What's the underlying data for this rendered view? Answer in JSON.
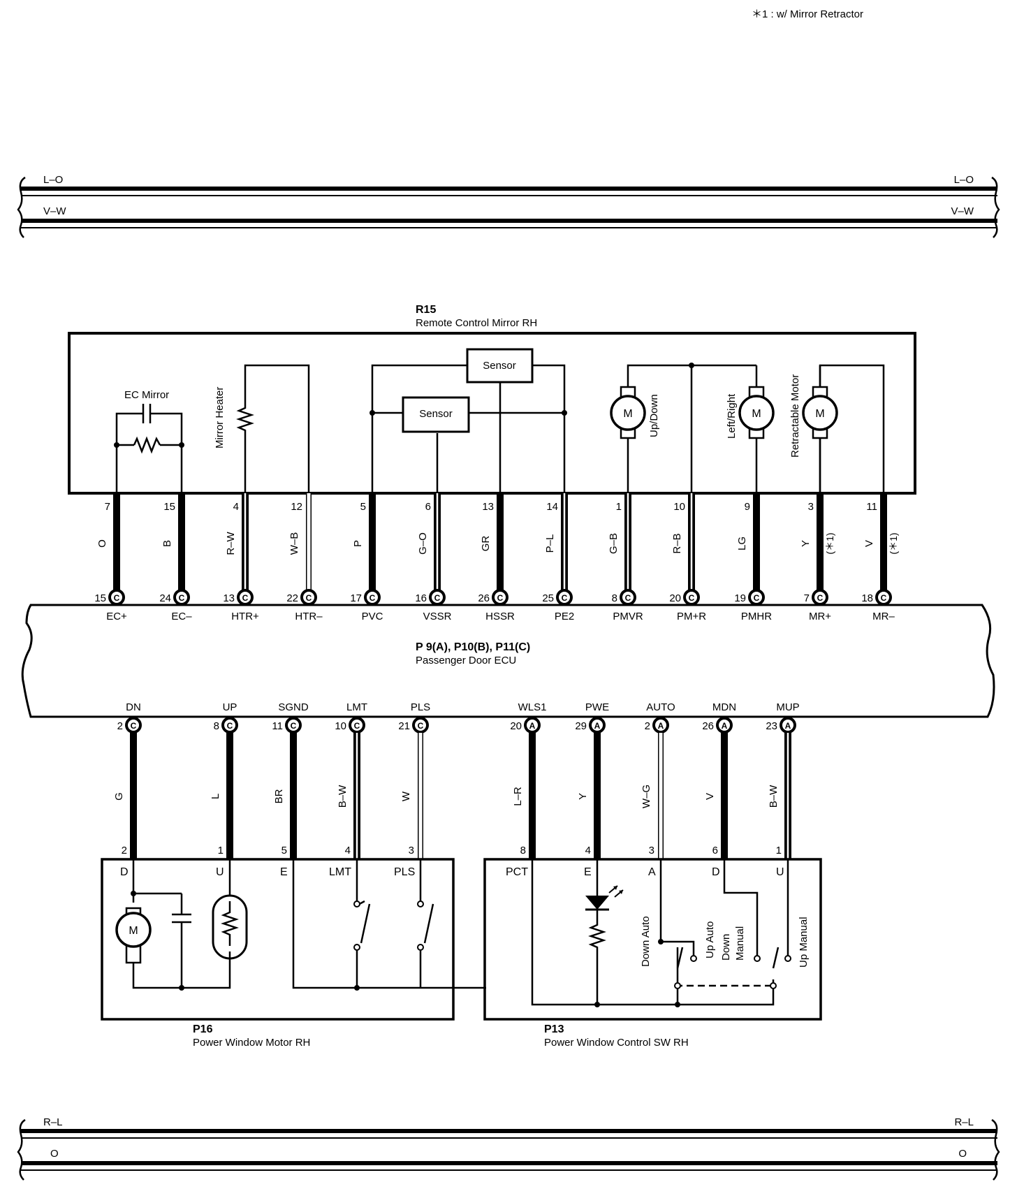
{
  "footnote": "＊1 : w/ Mirror Retractor",
  "buses": {
    "top": [
      {
        "left": "L–O",
        "right": "L–O"
      },
      {
        "left": "V–W",
        "right": "V–W"
      }
    ],
    "bottom": [
      {
        "left": "R–L",
        "right": "R–L"
      },
      {
        "left": "O",
        "right": "O"
      }
    ]
  },
  "mirror": {
    "code": "R15",
    "name": "Remote Control Mirror RH",
    "labels": {
      "ec_mirror": "EC Mirror",
      "mirror_heater": "Mirror Heater",
      "sensor_upper": "Sensor",
      "sensor_lower": "Sensor",
      "up_down": "Up/Down",
      "left_right": "Left/Right",
      "retractable_motor": "Retractable Motor",
      "motor": "M"
    },
    "wires": [
      {
        "pin": "7",
        "color": "O",
        "style": "thick",
        "ecu_pin": "15",
        "conn": "C",
        "signal": "EC+"
      },
      {
        "pin": "15",
        "color": "B",
        "style": "thick",
        "ecu_pin": "24",
        "conn": "C",
        "signal": "EC–"
      },
      {
        "pin": "4",
        "color": "R–W",
        "style": "double",
        "ecu_pin": "13",
        "conn": "C",
        "signal": "HTR+"
      },
      {
        "pin": "12",
        "color": "W–B",
        "style": "light",
        "ecu_pin": "22",
        "conn": "C",
        "signal": "HTR–"
      },
      {
        "pin": "5",
        "color": "P",
        "style": "thick",
        "ecu_pin": "17",
        "conn": "C",
        "signal": "PVC"
      },
      {
        "pin": "6",
        "color": "G–O",
        "style": "double",
        "ecu_pin": "16",
        "conn": "C",
        "signal": "VSSR"
      },
      {
        "pin": "13",
        "color": "GR",
        "style": "thick",
        "ecu_pin": "26",
        "conn": "C",
        "signal": "HSSR"
      },
      {
        "pin": "14",
        "color": "P–L",
        "style": "double",
        "ecu_pin": "25",
        "conn": "C",
        "signal": "PE2"
      },
      {
        "pin": "1",
        "color": "G–B",
        "style": "double",
        "ecu_pin": "8",
        "conn": "C",
        "signal": "PMVR"
      },
      {
        "pin": "10",
        "color": "R–B",
        "style": "double",
        "ecu_pin": "20",
        "conn": "C",
        "signal": "PM+R"
      },
      {
        "pin": "9",
        "color": "LG",
        "style": "thick",
        "ecu_pin": "19",
        "conn": "C",
        "signal": "PMHR"
      },
      {
        "pin": "3",
        "color": "Y",
        "style": "thick",
        "ecu_pin": "7",
        "conn": "C",
        "signal": "MR+",
        "note": "(＊1)"
      },
      {
        "pin": "11",
        "color": "V",
        "style": "thick",
        "ecu_pin": "18",
        "conn": "C",
        "signal": "MR–",
        "note": "(＊1)"
      }
    ]
  },
  "ecu": {
    "code": "P 9(A), P10(B), P11(C)",
    "name": "Passenger Door ECU"
  },
  "window_motor": {
    "code": "P16",
    "name": "Power Window Motor RH",
    "terminal_labels": [
      "D",
      "U",
      "E",
      "LMT",
      "PLS"
    ],
    "motor": "M",
    "wires": [
      {
        "signal": "DN",
        "ecu_pin": "2",
        "conn": "C",
        "color": "G",
        "style": "thick",
        "pin": "2"
      },
      {
        "signal": "UP",
        "ecu_pin": "8",
        "conn": "C",
        "color": "L",
        "style": "thick",
        "pin": "1"
      },
      {
        "signal": "SGND",
        "ecu_pin": "11",
        "conn": "C",
        "color": "BR",
        "style": "thick",
        "pin": "5"
      },
      {
        "signal": "LMT",
        "ecu_pin": "10",
        "conn": "C",
        "color": "B–W",
        "style": "double",
        "pin": "4"
      },
      {
        "signal": "PLS",
        "ecu_pin": "21",
        "conn": "C",
        "color": "W",
        "style": "light",
        "pin": "3"
      }
    ]
  },
  "window_switch": {
    "code": "P13",
    "name": "Power Window Control SW RH",
    "terminal_labels": [
      "PCT",
      "E",
      "A",
      "D",
      "U"
    ],
    "switch_labels": {
      "down_auto": "Down Auto",
      "up_auto": "Up Auto",
      "down_manual_1": "Down",
      "down_manual_2": "Manual",
      "up_manual": "Up Manual"
    },
    "wires": [
      {
        "signal": "WLS1",
        "ecu_pin": "20",
        "conn": "A",
        "color": "L–R",
        "style": "thick",
        "pin": "8"
      },
      {
        "signal": "PWE",
        "ecu_pin": "29",
        "conn": "A",
        "color": "Y",
        "style": "thick",
        "pin": "4"
      },
      {
        "signal": "AUTO",
        "ecu_pin": "2",
        "conn": "A",
        "color": "W–G",
        "style": "light",
        "pin": "3"
      },
      {
        "signal": "MDN",
        "ecu_pin": "26",
        "conn": "A",
        "color": "V",
        "style": "thick",
        "pin": "6"
      },
      {
        "signal": "MUP",
        "ecu_pin": "23",
        "conn": "A",
        "color": "B–W",
        "style": "double",
        "pin": "1"
      }
    ]
  }
}
